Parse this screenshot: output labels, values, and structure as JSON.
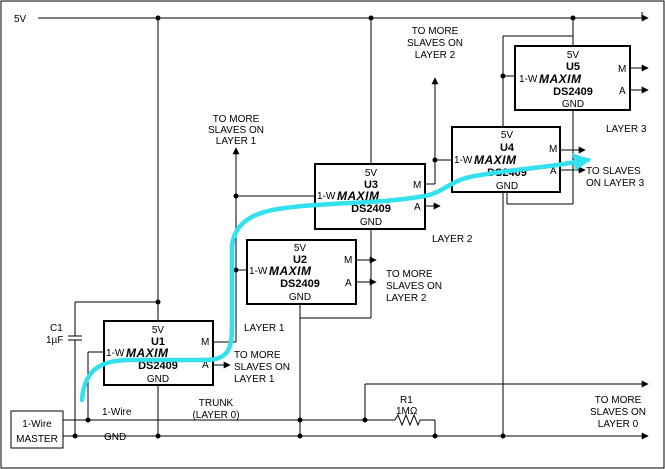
{
  "supply_label": "5V",
  "ground_label": "GND",
  "master": {
    "line1": "1-Wire",
    "line2": "MASTER"
  },
  "trunk": {
    "wire_label": "1-Wire",
    "label1": "TRUNK",
    "label2": "(LAYER 0)"
  },
  "capacitor": {
    "name": "C1",
    "value": "1µF"
  },
  "resistor": {
    "name": "R1",
    "value": "1MΩ"
  },
  "chips": [
    {
      "id": "U1",
      "part": "DS2409",
      "brand": "MAXIM",
      "vcc": "5V",
      "input": "1-W",
      "out_m": "M",
      "out_a": "A",
      "gnd": "GND"
    },
    {
      "id": "U2",
      "part": "DS2409",
      "brand": "MAXIM",
      "vcc": "5V",
      "input": "1-W",
      "out_m": "M",
      "out_a": "A",
      "gnd": "GND"
    },
    {
      "id": "U3",
      "part": "DS2409",
      "brand": "MAXIM",
      "vcc": "5V",
      "input": "1-W",
      "out_m": "M",
      "out_a": "A",
      "gnd": "GND"
    },
    {
      "id": "U4",
      "part": "DS2409",
      "brand": "MAXIM",
      "vcc": "5V",
      "input": "1-W",
      "out_m": "M",
      "out_a": "A",
      "gnd": "GND"
    },
    {
      "id": "U5",
      "part": "DS2409",
      "brand": "MAXIM",
      "vcc": "5V",
      "input": "1-W",
      "out_m": "M",
      "out_a": "A",
      "gnd": "GND"
    }
  ],
  "layers": {
    "l1": "LAYER 1",
    "l2": "LAYER 2",
    "l3": "LAYER 3"
  },
  "annotations": {
    "u1_a": [
      "TO MORE",
      "SLAVES ON",
      "LAYER 1"
    ],
    "layer1_top": [
      "TO MORE",
      "SLAVES ON",
      "LAYER 1"
    ],
    "u2_a": [
      "TO MORE",
      "SLAVES ON",
      "LAYER 2"
    ],
    "layer2_top": [
      "TO MORE",
      "SLAVES ON",
      "LAYER 2"
    ],
    "u4_a": [
      "TO SLAVES",
      "ON LAYER 3"
    ],
    "trunk_right": [
      "TO MORE",
      "SLAVES ON",
      "LAYER 0"
    ]
  },
  "colors": {
    "highlight_path": "#33e0ee",
    "wire": "#000000"
  }
}
